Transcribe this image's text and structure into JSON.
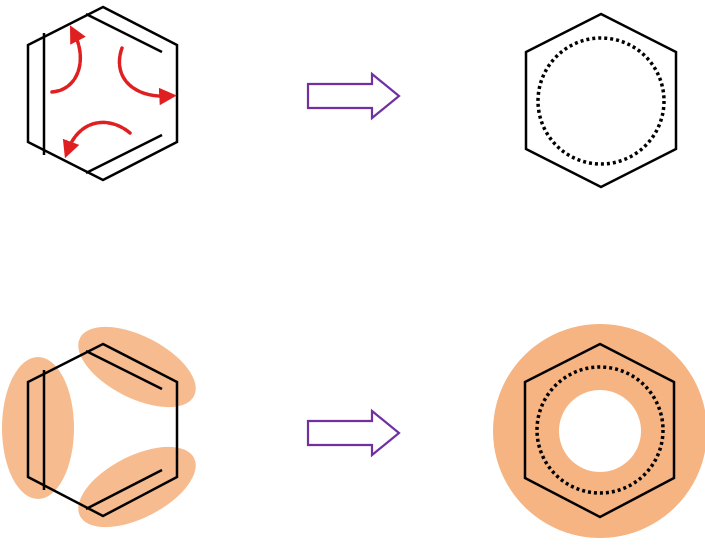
{
  "colors": {
    "bond": "#000000",
    "curved_arrow": "#e02020",
    "reaction_arrow": "#7030a0",
    "electron_cloud": "#f5b482",
    "background": "#ffffff"
  },
  "panels": [
    {
      "id": "kekule-resonance-arrows",
      "icon": "benzene-kekule-with-curved-arrows"
    },
    {
      "id": "delocalized-ring",
      "icon": "benzene-dotted-circle"
    },
    {
      "id": "kekule-localized-pi-clouds",
      "icon": "benzene-kekule-with-pi-clouds"
    },
    {
      "id": "delocalized-pi-cloud",
      "icon": "benzene-delocalized-pi-cloud"
    }
  ],
  "arrows": [
    {
      "id": "top-reaction-arrow",
      "icon": "hollow-right-arrow-icon"
    },
    {
      "id": "bottom-reaction-arrow",
      "icon": "hollow-right-arrow-icon"
    }
  ]
}
